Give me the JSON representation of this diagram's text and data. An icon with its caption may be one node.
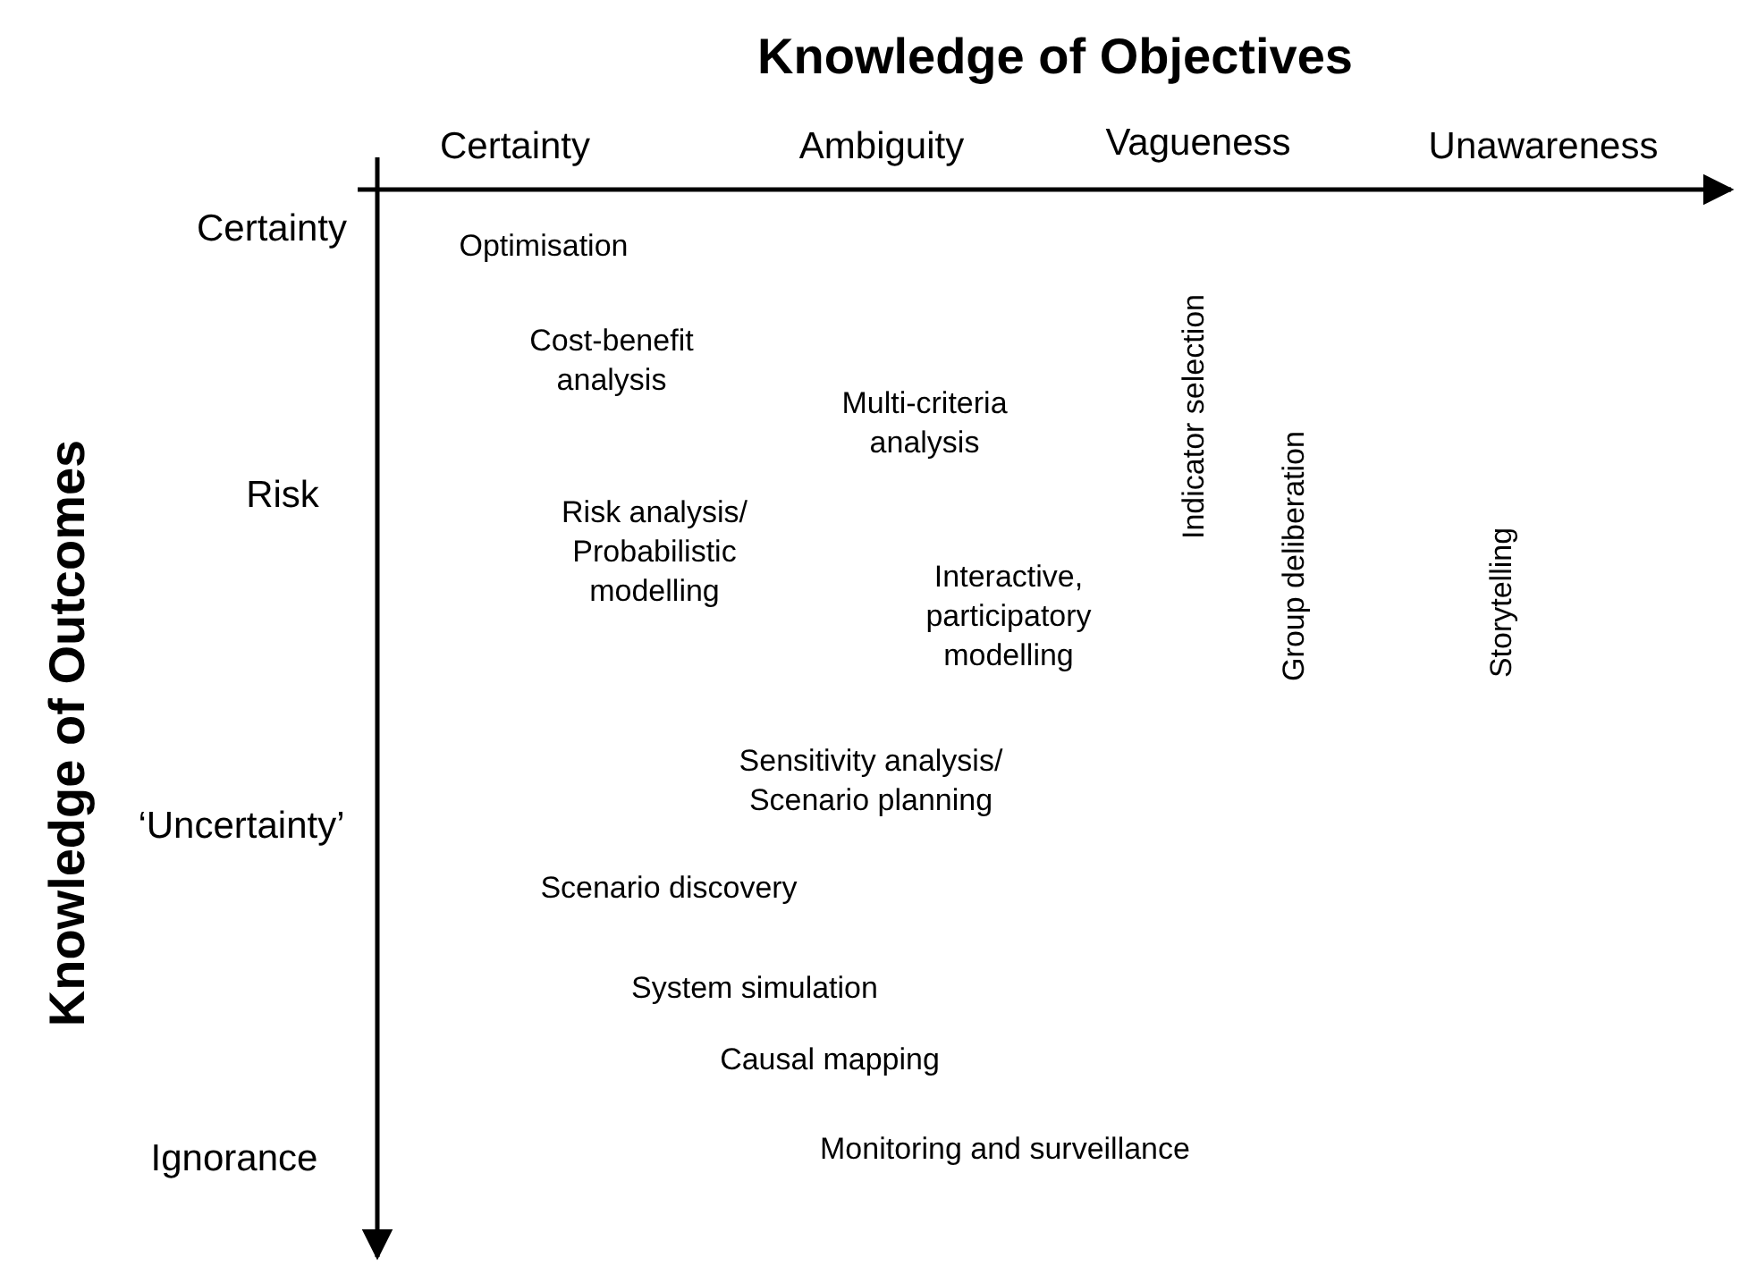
{
  "diagram": {
    "labels": [
      "Knowledge of Objectives",
      "Certainty",
      "Ambiguity",
      "Vagueness",
      "Unawareness",
      "Knowledge of Outcomes",
      "Certainty",
      "Risk",
      "‘Uncertainty’",
      "Ignorance",
      "Optimisation",
      "Cost-benefit analysis",
      "Multi-criteria analysis",
      "Risk analysis/ Probabilistic modelling",
      "Interactive, participatory modelling",
      "Sensitivity analysis/ Scenario planning",
      "Scenario discovery",
      "System simulation",
      "Causal mapping",
      "Monitoring and surveillance",
      "Indicator selection",
      "Group deliberation",
      "Storytelling"
    ]
  }
}
